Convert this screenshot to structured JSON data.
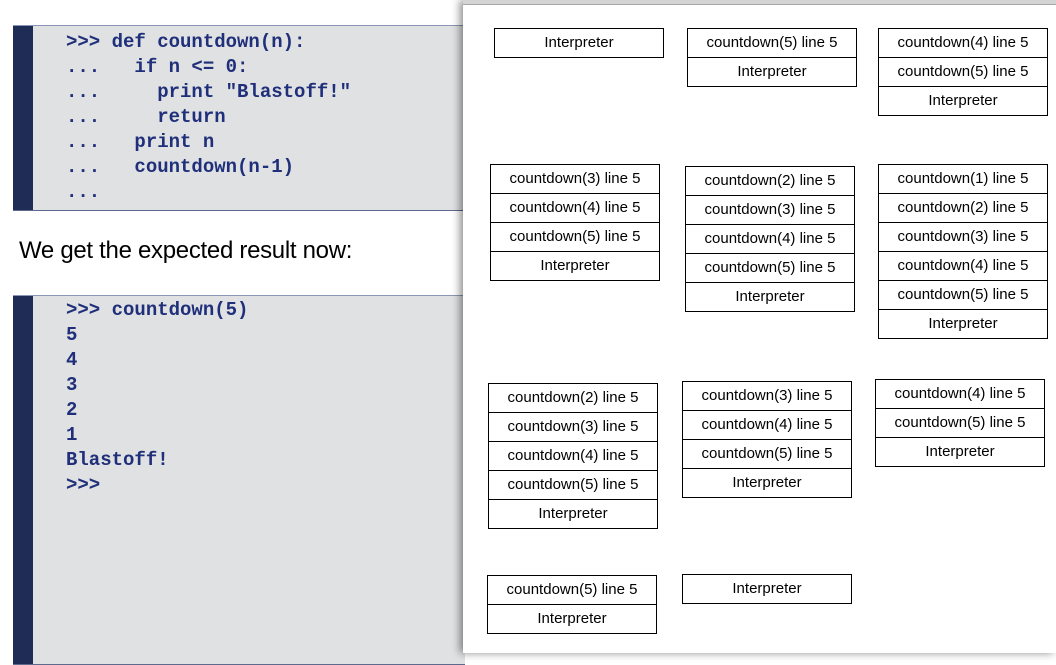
{
  "left_slide": {
    "code_block_1": [
      ">>> def countdown(n):",
      "...   if n <= 0:",
      "...     print \"Blastoff!\"",
      "...     return",
      "...   print n",
      "...   countdown(n-1)",
      "..."
    ],
    "caption": "We get the expected result now:",
    "code_block_2": [
      ">>> countdown(5)",
      "5",
      "4",
      "3",
      "2",
      "1",
      "Blastoff!",
      ">>>"
    ]
  },
  "stack_window": {
    "stacks": [
      {
        "frames": [
          "Interpreter"
        ]
      },
      {
        "frames": [
          "countdown(5) line 5",
          "Interpreter"
        ]
      },
      {
        "frames": [
          "countdown(4) line 5",
          "countdown(5) line 5",
          "Interpreter"
        ]
      },
      {
        "frames": [
          "countdown(3) line 5",
          "countdown(4) line 5",
          "countdown(5) line 5",
          "Interpreter"
        ]
      },
      {
        "frames": [
          "countdown(2) line 5",
          "countdown(3) line 5",
          "countdown(4) line 5",
          "countdown(5) line 5",
          "Interpreter"
        ]
      },
      {
        "frames": [
          "countdown(1) line 5",
          "countdown(2) line 5",
          "countdown(3) line 5",
          "countdown(4) line 5",
          "countdown(5) line 5",
          "Interpreter"
        ]
      },
      {
        "frames": [
          "countdown(2) line 5",
          "countdown(3) line 5",
          "countdown(4) line 5",
          "countdown(5) line 5",
          "Interpreter"
        ]
      },
      {
        "frames": [
          "countdown(3) line 5",
          "countdown(4) line 5",
          "countdown(5) line 5",
          "Interpreter"
        ]
      },
      {
        "frames": [
          "countdown(4) line 5",
          "countdown(5) line 5",
          "Interpreter"
        ]
      },
      {
        "frames": [
          "countdown(5) line 5",
          "Interpreter"
        ]
      },
      {
        "frames": [
          "Interpreter"
        ]
      }
    ]
  }
}
